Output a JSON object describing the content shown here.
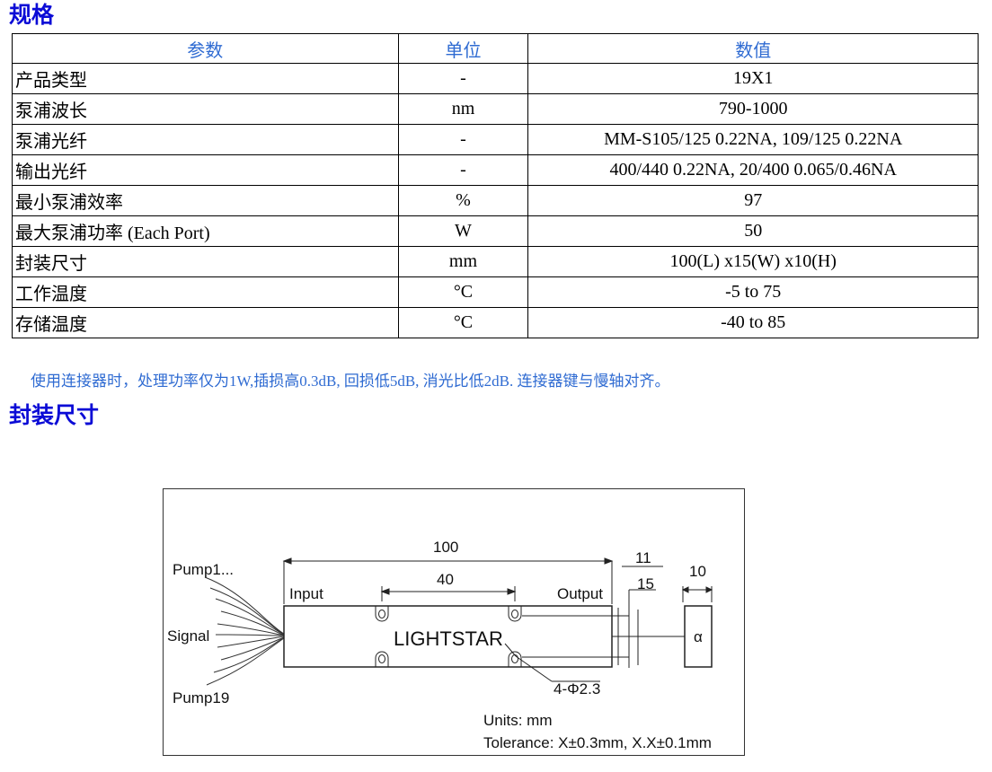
{
  "headings": {
    "spec": "规格",
    "package": "封装尺寸"
  },
  "table": {
    "headers": [
      "参数",
      "单位",
      "数值"
    ],
    "rows": [
      {
        "param": "产品类型",
        "unit": "-",
        "value": "19X1"
      },
      {
        "param": "泵浦波长",
        "unit": "nm",
        "value": "790-1000"
      },
      {
        "param": "泵浦光纤",
        "unit": "-",
        "value": "MM-S105/125 0.22NA, 109/125 0.22NA"
      },
      {
        "param": "输出光纤",
        "unit": "-",
        "value": "400/440 0.22NA, 20/400 0.065/0.46NA"
      },
      {
        "param": "最小泵浦效率",
        "unit": "%",
        "value": "97"
      },
      {
        "param": "最大泵浦功率  (Each Port)",
        "unit": "W",
        "value": "50"
      },
      {
        "param": "封装尺寸",
        "unit": "mm",
        "value": "100(L) x15(W) x10(H)"
      },
      {
        "param": "工作温度",
        "unit": "°C",
        "value": "-5 to 75"
      },
      {
        "param": "存储温度",
        "unit": "°C",
        "value": "-40 to 85"
      }
    ]
  },
  "note": "使用连接器时，处理功率仅为1W,插损高0.3dB, 回损低5dB, 消光比低2dB. 连接器键与慢轴对齐。",
  "drawing": {
    "pump_top": "Pump1...",
    "signal": "Signal",
    "pump_bottom": "Pump19",
    "input": "Input",
    "output": "Output",
    "brand": "LIGHTSTAR",
    "dim_length": "100",
    "dim_holes": "40",
    "dim_11": "11",
    "dim_15": "15",
    "dim_10": "10",
    "hole_spec": "4-Φ2.3",
    "units": "Units: mm",
    "tolerance": "Tolerance: X±0.3mm, X.X±0.1mm",
    "side_mark": "α"
  }
}
